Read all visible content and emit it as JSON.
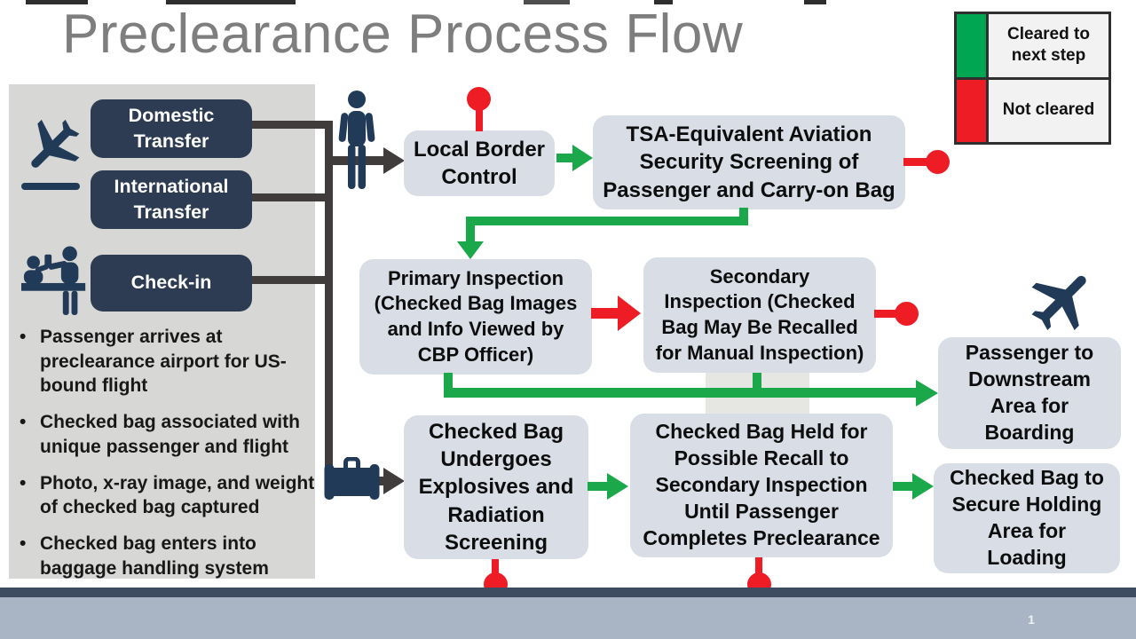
{
  "slide": {
    "title": "Preclearance Process Flow",
    "page_number": "1"
  },
  "legend": {
    "items": [
      {
        "label": "Cleared to\nnext step",
        "color": "#00a651"
      },
      {
        "label": "Not cleared",
        "color": "#ee1c25"
      }
    ]
  },
  "sidebar": {
    "entry_boxes": [
      {
        "label": "Domestic\nTransfer"
      },
      {
        "label": "International\nTransfer"
      },
      {
        "label": "Check-in"
      }
    ],
    "bullets": [
      "Passenger arrives at preclearance airport for  US-bound flight",
      "Checked bag associated with unique passenger and flight",
      "Photo, x-ray image, and weight of checked bag captured",
      "Checked bag enters into baggage handling system"
    ]
  },
  "flow": {
    "local_border_control": "Local Border\nControl",
    "tsa_screening": "TSA-Equivalent Aviation\nSecurity Screening of\nPassenger and Carry-on Bag",
    "primary_inspection": "Primary Inspection\n(Checked Bag Images\nand Info Viewed by\nCBP Officer)",
    "secondary_inspection": "Secondary\nInspection (Checked\nBag May Be Recalled\nfor Manual Inspection)",
    "passenger_downstream": "Passenger to\nDownstream\nArea for\nBoarding",
    "bag_screening": "Checked Bag\nUndergoes\nExplosives and\nRadiation\nScreening",
    "bag_held": "Checked Bag Held for\nPossible Recall to\nSecondary Inspection\nUntil Passenger\nCompletes Preclearance",
    "bag_secure": "Checked Bag to\nSecure Holding\nArea for\nLoading"
  },
  "colors": {
    "cleared_green": "#00a651",
    "not_cleared_red": "#ee1c25",
    "arrow_green": "#1aa84b",
    "connector_dark": "#403c3c",
    "navy_box": "#2d3c52",
    "icon_navy": "#203a58",
    "flow_box_fill": "#d8dde6",
    "sidebar_fill": "#d7d7d5",
    "title_gray": "#7e7e7e",
    "footer_bar": "#a9b5c5",
    "footer_line": "#3d4c60"
  }
}
